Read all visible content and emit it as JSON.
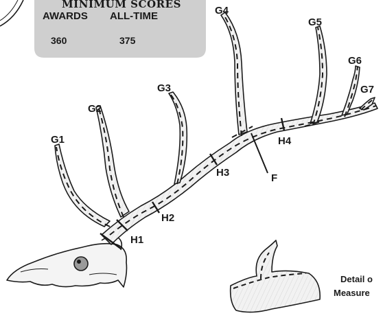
{
  "scores": {
    "title": "MINIMUM SCORES",
    "headers": [
      "AWARDS",
      "ALL-TIME"
    ],
    "values": [
      "360",
      "375"
    ],
    "box_color": "#cfcfcf"
  },
  "points": [
    "G1",
    "G2",
    "G3",
    "G4",
    "G5",
    "G6",
    "G7"
  ],
  "circumferences": [
    "H1",
    "H2",
    "H3",
    "H4"
  ],
  "spread_label": "F",
  "detail_text": [
    "Detail o",
    "Measure"
  ],
  "colors": {
    "ink": "#1a1a1a",
    "antler_fill": "#f4f4f4"
  }
}
